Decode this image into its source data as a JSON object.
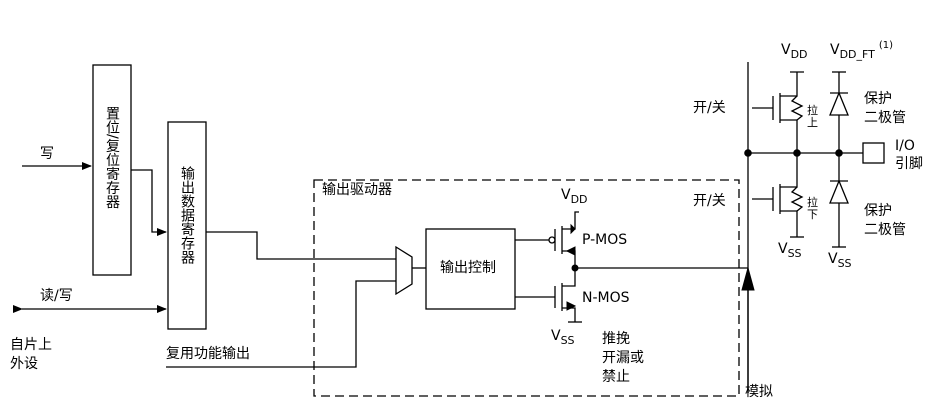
{
  "blocks": {
    "set_reset_register": "置位/复位寄存器",
    "output_data_register": "输出数据寄存器",
    "output_control": "输出控制",
    "output_driver": "输出驱动器"
  },
  "signals": {
    "write": "写",
    "read_write": "读/写",
    "alt_function_output": "复用功能输出",
    "on_chip_peripheral": "自片上\n外设",
    "analog": "模拟"
  },
  "transistors": {
    "pmos": "P-MOS",
    "nmos": "N-MOS",
    "vdd_main": "V",
    "vdd_main_sub": "DD",
    "vss_main": "V",
    "vss_main_sub": "SS"
  },
  "output_modes": "推挽\n开漏或\n禁止",
  "switches": {
    "top": "开/关",
    "bottom": "开/关"
  },
  "pull": {
    "up": "拉\n上",
    "down": "拉\n下"
  },
  "supplies": {
    "vdd": "V",
    "vdd_sub": "DD",
    "vdd_ft": "V",
    "vdd_ft_sub": "DD_FT",
    "vdd_ft_sup": "(1)",
    "vss_pull": "V",
    "vss_pull_sub": "SS",
    "vss_diode": "V",
    "vss_diode_sub": "SS"
  },
  "protection": {
    "top": "保护\n二极管",
    "bottom": "保护\n二极管"
  },
  "io_pin": "I/O\n引脚"
}
